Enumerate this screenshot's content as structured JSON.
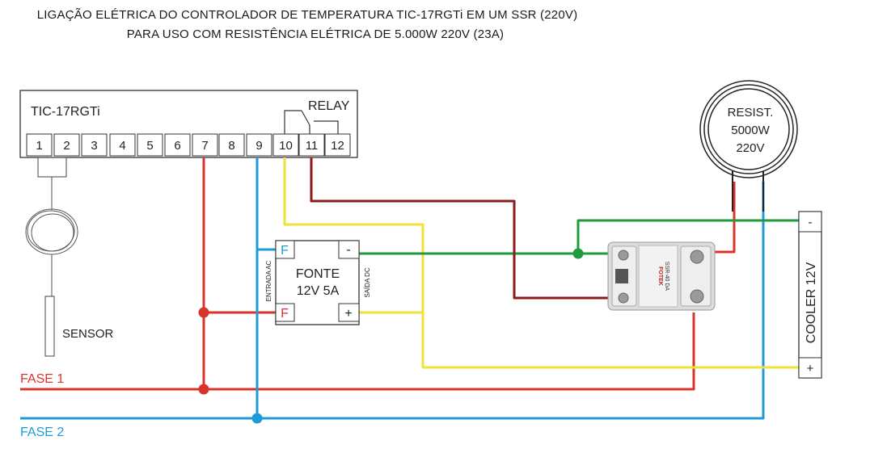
{
  "title_line1": "LIGAÇÃO ELÉTRICA DO CONTROLADOR DE TEMPERATURA TIC-17RGTi EM UM SSR (220V)",
  "title_line2": "PARA USO COM RESISTÊNCIA ELÉTRICA DE 5.000W 220V (23A)",
  "controller": {
    "name": "TIC-17RGTi",
    "relay_label": "RELAY",
    "terminals": [
      "1",
      "2",
      "3",
      "4",
      "5",
      "6",
      "7",
      "8",
      "9",
      "10",
      "11",
      "12"
    ]
  },
  "sensor_label": "SENSOR",
  "power_supply": {
    "line1": "FONTE",
    "line2": "12V 5A",
    "input_label": "ENTRADA AC",
    "output_label": "SAÍDA DC",
    "term_f": "F",
    "term_minus": "-",
    "term_plus": "+"
  },
  "resistor": {
    "line1": "RESIST.",
    "line2": "5000W",
    "line3": "220V"
  },
  "cooler": {
    "label": "COOLER 12V",
    "term_minus": "-",
    "term_plus": "+"
  },
  "ssr": {
    "brand": "FOTEK",
    "model": "SSR-40 DA"
  },
  "phase1": "FASE 1",
  "phase2": "FASE 2",
  "colors": {
    "red": "#d9342b",
    "blue": "#1e9bd7",
    "yellow": "#f0e23a",
    "green": "#1f9a3c",
    "darkred": "#8b1a1a"
  }
}
